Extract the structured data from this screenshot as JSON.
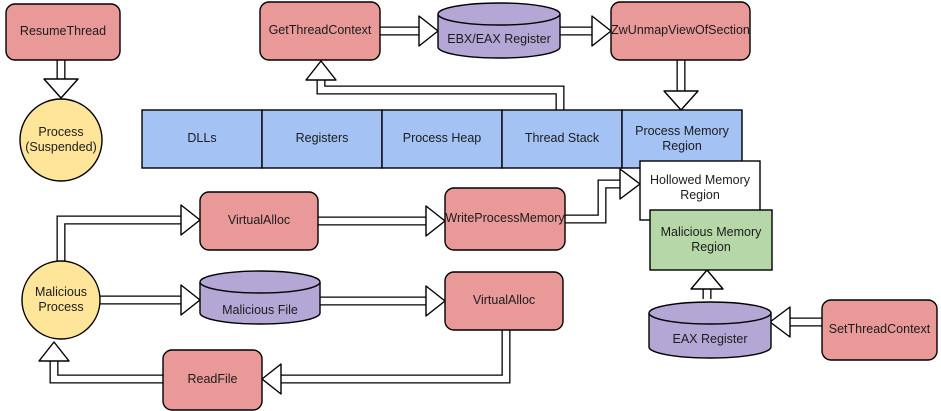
{
  "colors": {
    "red": "#ea9999",
    "yellow": "#ffe599",
    "blue": "#a4c2f4",
    "purple": "#b4a7d6",
    "green": "#b6d7a8",
    "white": "#ffffff",
    "stroke": "#000000"
  },
  "nodes": {
    "resume_thread": {
      "label": "ResumeThread"
    },
    "process_suspended": {
      "label": "Process (Suspended)"
    },
    "get_thread_context": {
      "label": "GetThreadContext"
    },
    "ebx_eax_register": {
      "label": "EBX/EAX Register"
    },
    "zw_unmap_view_of_section": {
      "label": "ZwUnmapViewOfSection"
    },
    "memory_row": {
      "cells": [
        "DLLs",
        "Registers",
        "Process Heap",
        "Thread Stack",
        "Process Memory Region"
      ]
    },
    "hollowed_memory_region": {
      "label": "Hollowed Memory Region"
    },
    "malicious_memory_region": {
      "label": "Malicious Memory Region"
    },
    "eax_register": {
      "label": "EAX Register"
    },
    "set_thread_context": {
      "label": "SetThreadContext"
    },
    "malicious_process": {
      "label": "Malicious Process"
    },
    "virtual_alloc_1": {
      "label": "VirtualAlloc"
    },
    "malicious_file": {
      "label": "Malicious File"
    },
    "write_process_memory": {
      "label": "WriteProcessMemory"
    },
    "virtual_alloc_2": {
      "label": "VirtualAlloc"
    },
    "read_file": {
      "label": "ReadFile"
    }
  }
}
